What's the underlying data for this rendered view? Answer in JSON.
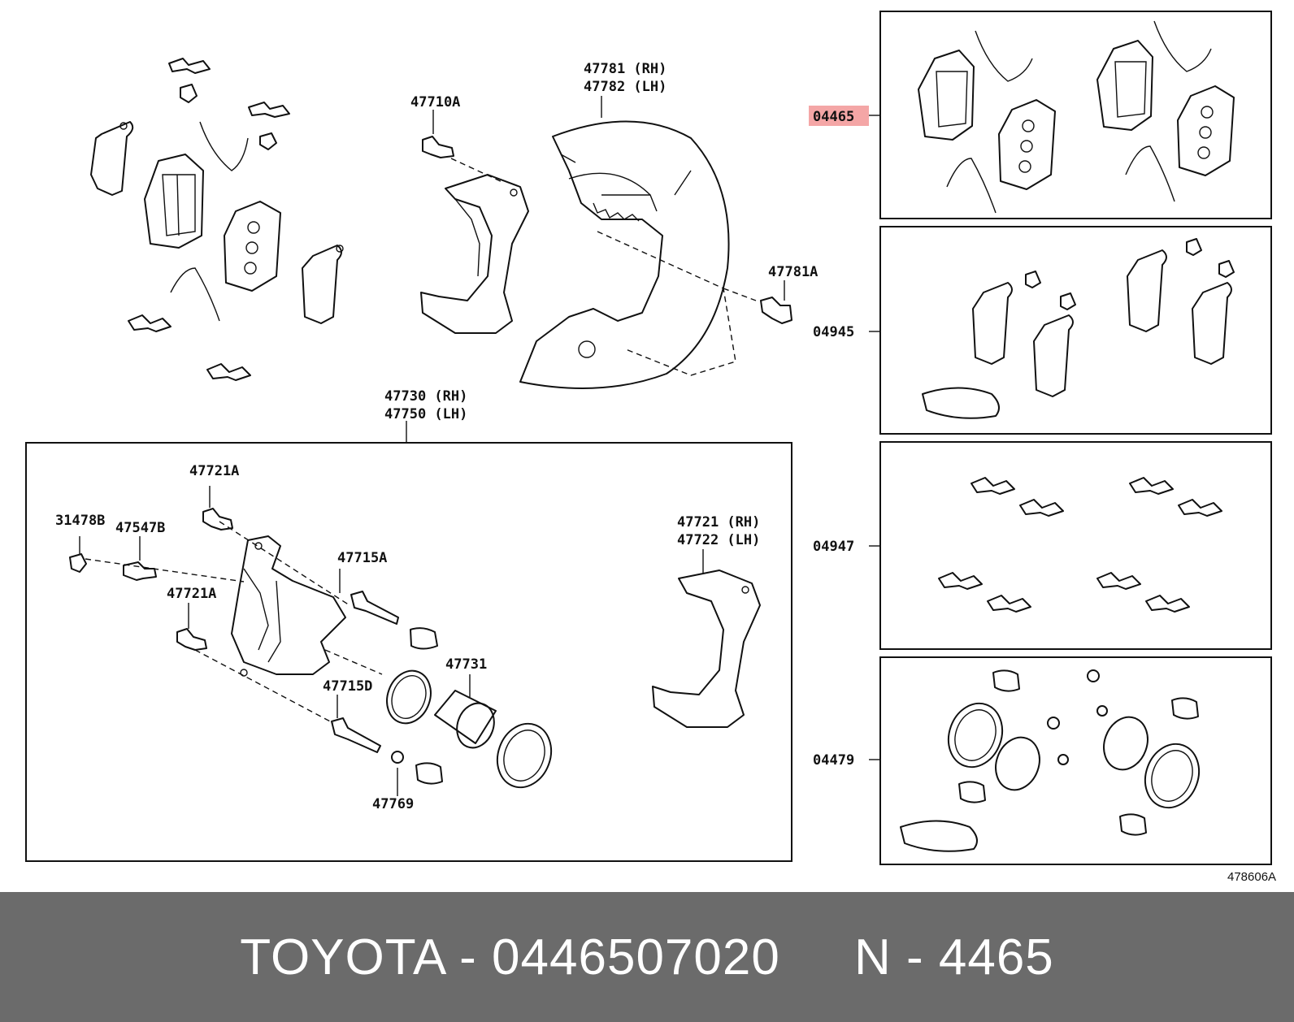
{
  "labels": {
    "shield": [
      "47781 (RH)",
      "47782 (LH)"
    ],
    "bolt_top": "47710A",
    "bolt_right": "47781A",
    "caliper_asm": [
      "47730 (RH)",
      "47750 (LH)"
    ],
    "bleeder_bolt": "47721A",
    "plug": "31478B",
    "bleeder_plug": "47547B",
    "slide_pin_a": "47715A",
    "bolt_lower": "47721A",
    "slide_pin_d": "47715D",
    "piston": "47731",
    "bushing": "47769",
    "mounting": [
      "47721 (RH)",
      "47722 (LH)"
    ],
    "kit_pads": "04465",
    "kit_shims": "04945",
    "kit_fitting": "04947",
    "kit_cylinder": "04479",
    "ref_code": "478606A"
  },
  "highlight": {
    "kit": "04465",
    "color": "#f4a6a6"
  },
  "footer": {
    "text": "TOYOTA - 0446507020     N - 4465"
  }
}
